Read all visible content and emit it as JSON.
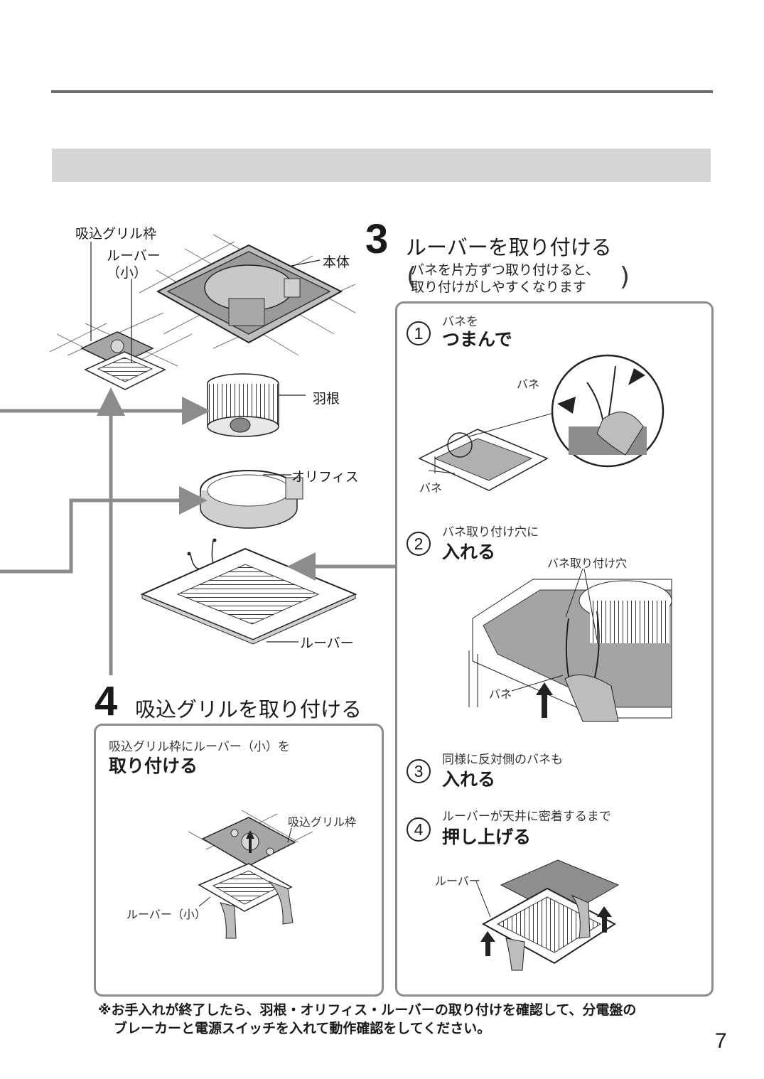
{
  "labels": {
    "grille_frame": "吸込グリル枠",
    "louver_small_line1": "ルーバー",
    "louver_small_line2": "（小）",
    "main_body": "本体",
    "fan_blade": "羽根",
    "orifice": "オリフィス",
    "louver": "ルーバー"
  },
  "step3": {
    "number": "3",
    "title": "ルーバーを取り付ける",
    "note_line1": "バネを片方ずつ取り付けると、",
    "note_line2": "取り付けがしやすくなります",
    "substeps": [
      {
        "num": "1",
        "small": "バネを",
        "big": "つまんで"
      },
      {
        "num": "2",
        "small": "バネ取り付け穴に",
        "big": "入れる"
      },
      {
        "num": "3",
        "small": "同様に反対側のバネも",
        "big": "入れる"
      },
      {
        "num": "4",
        "small": "ルーバーが天井に密着するまで",
        "big": "押し上げる"
      }
    ],
    "fig1_spring_a": "バネ",
    "fig1_spring_b": "バネ",
    "fig2_hole": "バネ取り付け穴",
    "fig2_spring": "バネ",
    "fig4_louver": "ルーバー"
  },
  "step4": {
    "number": "4",
    "title": "吸込グリルを取り付ける",
    "instruction_small": "吸込グリル枠にルーバー（小）を",
    "instruction_big": "取り付ける",
    "fig_frame": "吸込グリル枠",
    "fig_louver_small": "ルーバー（小）"
  },
  "footer": {
    "note_line1": "※お手入れが終了したら、羽根・オリフィス・ルーバーの取り付けを確認して、分電盤の",
    "note_line2": "ブレーカーと電源スイッチを入れて動作確認をしてください。",
    "page_number": "7"
  },
  "colors": {
    "rule": "#6b6b6b",
    "band": "#d6d6d6",
    "box_border": "#8c8c8c",
    "arrow": "#8c8c8c"
  }
}
